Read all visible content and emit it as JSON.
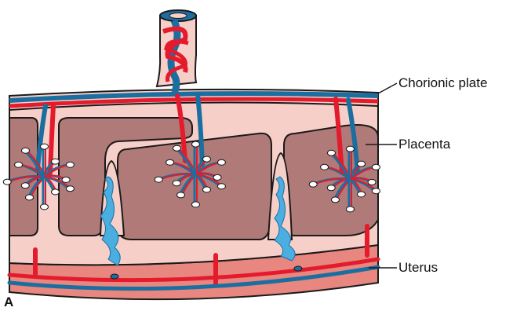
{
  "labels": {
    "chorionic_plate": "Chorionic plate",
    "placenta": "Placenta",
    "uterus": "Uterus",
    "panel": "A"
  },
  "colors": {
    "artery": "#e31b2c",
    "vein": "#1b6fa0",
    "tissue_light": "#f7cfc9",
    "villus_space": "#b07a78",
    "maternal_blood": "#4aaee0",
    "uterus_muscle": "#e88680",
    "outline": "#1a1a1a"
  }
}
